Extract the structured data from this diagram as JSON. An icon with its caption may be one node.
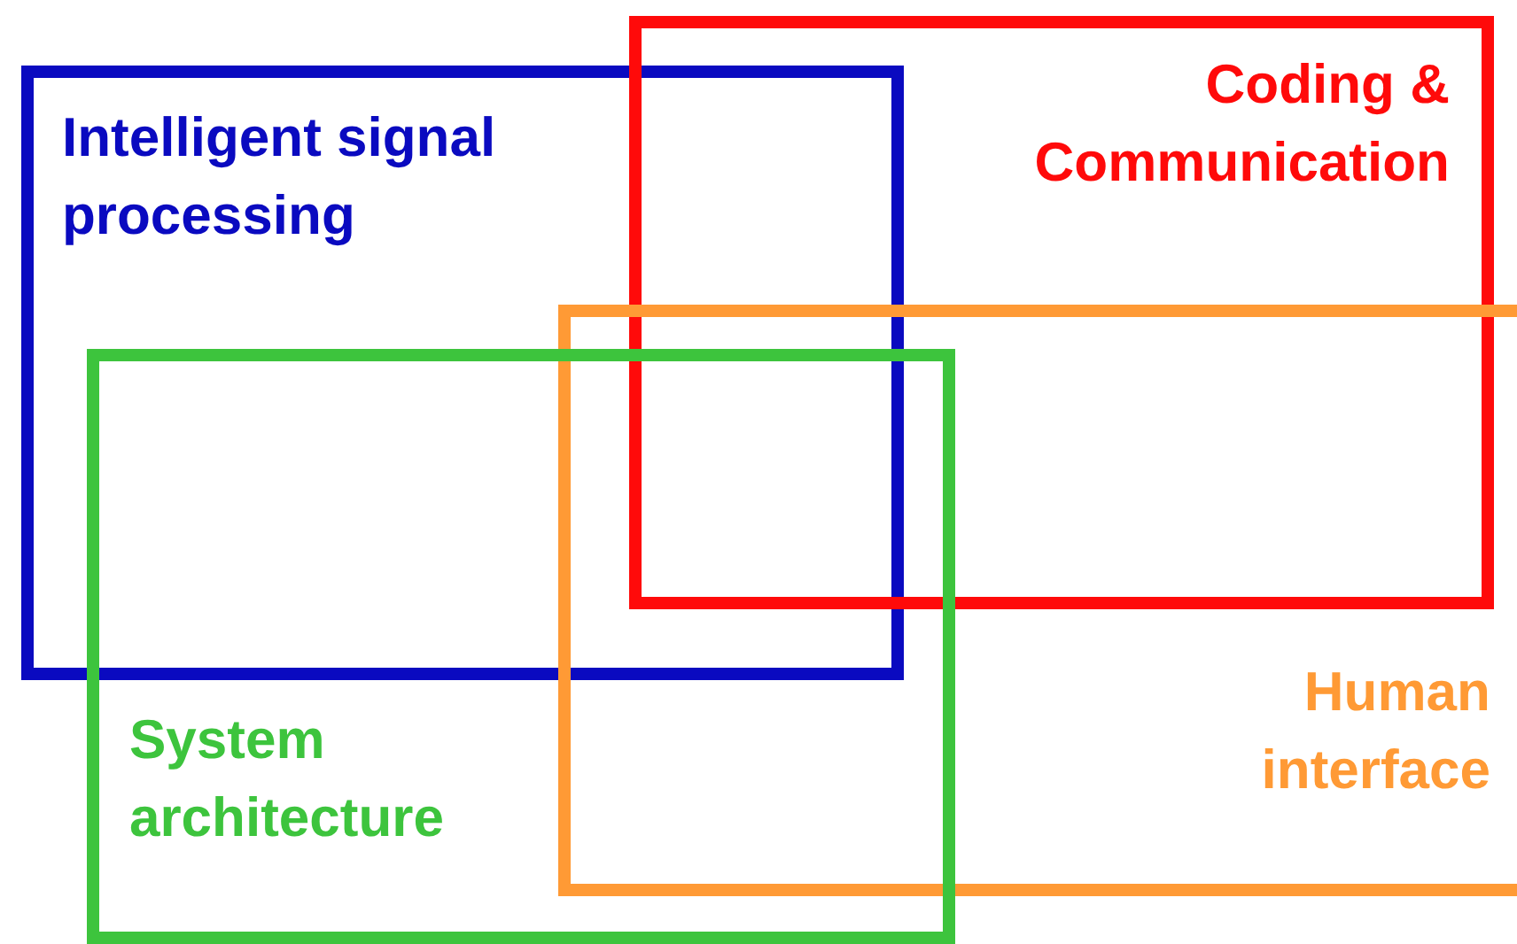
{
  "diagram": {
    "nodes": [
      {
        "text": [
          "Intelligent signal processing"
        ]
      },
      {
        "text": [
          "Coding & Communication"
        ]
      },
      {
        "text": [
          "Human interface"
        ]
      },
      {
        "text": [
          "System architecture"
        ]
      }
    ]
  }
}
